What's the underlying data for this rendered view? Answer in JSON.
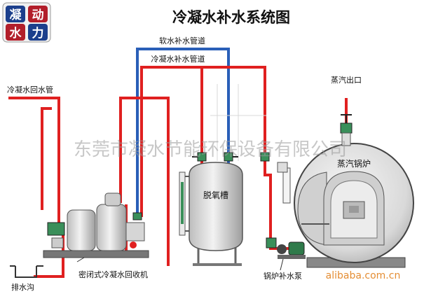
{
  "title": "冷凝水补水系统图",
  "logo": {
    "chars": [
      "凝",
      "动",
      "水",
      "力"
    ]
  },
  "labels": {
    "soft_water_pipe": "软水补水管道",
    "condensate_makeup_pipe": "冷凝水补水管道",
    "condensate_return_pipe": "冷凝水回水管",
    "steam_outlet": "蒸汽出口",
    "deaerator": "脱氧槽",
    "boiler": "蒸汽锅炉",
    "recovery_unit": "密闭式冷凝水回收机",
    "boiler_feed_pump": "锅炉补水泵",
    "drain_trench": "排水沟"
  },
  "watermark": {
    "company": "东莞市凝水节能环保设备有限公司",
    "site": "alibaba.com.cn"
  },
  "colors": {
    "hot": "#e02020",
    "cold": "#2a5fb8",
    "valve": "#3a8f5a"
  }
}
